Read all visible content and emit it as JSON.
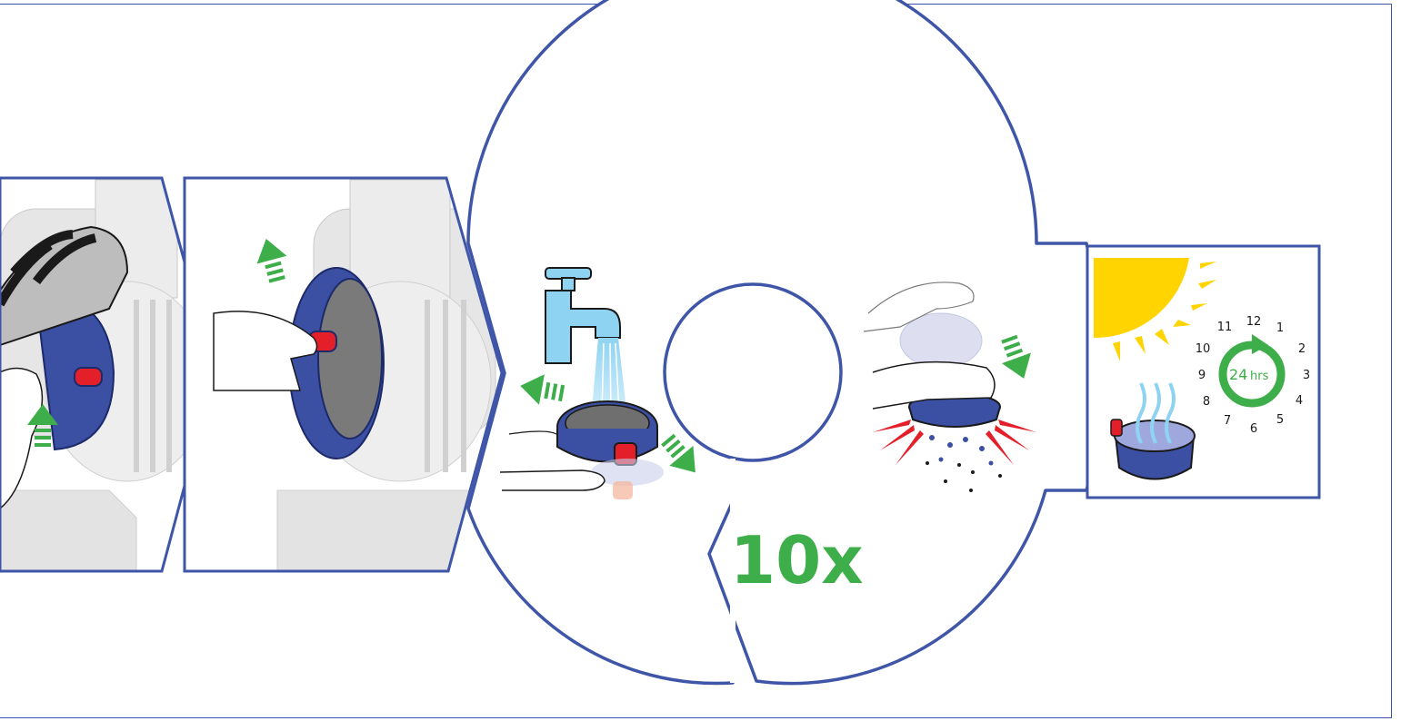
{
  "instruction": {
    "repeat_count": "10x",
    "timer": {
      "value": "24",
      "unit": "hrs"
    },
    "clock_numbers": [
      "12",
      "1",
      "2",
      "3",
      "4",
      "5",
      "6",
      "7",
      "8",
      "9",
      "10",
      "11"
    ]
  },
  "colors": {
    "outline": "#3f56a8",
    "part_blue": "#3b4fa3",
    "accent_green": "#3dae49",
    "tab_red": "#e3202a",
    "sun_yellow": "#ffd400",
    "water_cyan": "#8fd3f2",
    "machine_grey": "#e6e6e6"
  },
  "icons": [
    "arrow-up-icon",
    "faucet-icon",
    "water-stream-icon",
    "tap-dry-icon",
    "sun-icon",
    "clock-icon",
    "steam-icon",
    "hand-icon"
  ]
}
